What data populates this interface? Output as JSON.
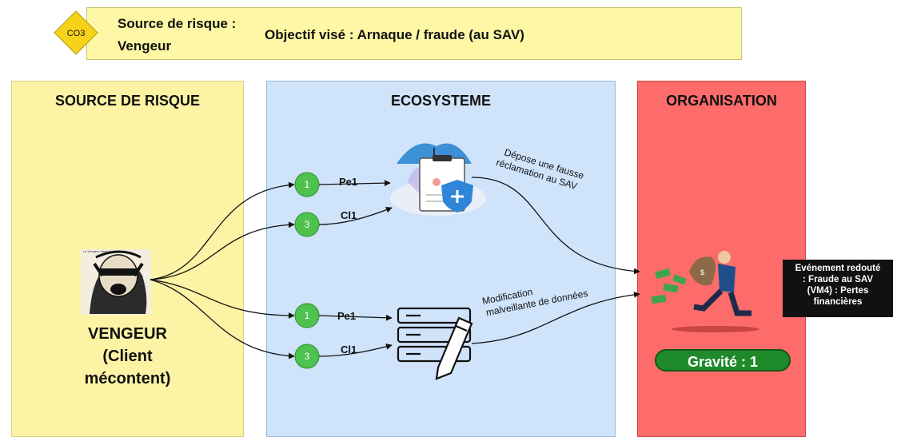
{
  "header": {
    "badge": "CO3",
    "source_label": "Source de risque :",
    "source_value": "Vengeur",
    "objective": "Objectif visé : Arnaque / fraude (au SAV)"
  },
  "columns": {
    "source_title": "SOURCE DE RISQUE",
    "ecosystem_title": "ECOSYSTEME",
    "organisation_title": "ORGANISATION"
  },
  "actor": {
    "tiny_caption": "Le Vengeur Insensé",
    "label_lines": [
      "VENGEUR",
      "(Client",
      "mécontent)"
    ]
  },
  "paths": [
    {
      "step": "1",
      "label": "Pe1"
    },
    {
      "step": "3",
      "label": "Cl1"
    },
    {
      "step": "1",
      "label": "Pe1"
    },
    {
      "step": "3",
      "label": "Cl1"
    }
  ],
  "actions": {
    "top": [
      "Dépose une fausse",
      "réclamation au SAV"
    ],
    "bottom": [
      "Modification",
      "malveillante de données"
    ]
  },
  "organisation": {
    "gravite": "Gravité : 1",
    "event_lines": [
      "Evénement redouté",
      ": Fraude au SAV",
      "(VM4) :  Pertes",
      "financières"
    ]
  },
  "colors": {
    "header_bg": "#fef7a6",
    "badge": "#f6d31a",
    "source_bg": "#fcf3a4",
    "ecosystem_bg": "#cfe3fb",
    "organisation_bg": "#fe6b6b",
    "step_circle": "#4fc14f",
    "gravite_bg": "#1e8a2a"
  },
  "icons": [
    "vengeur-face-icon",
    "insurance-claim-icon",
    "database-edit-icon",
    "thief-money-icon"
  ]
}
